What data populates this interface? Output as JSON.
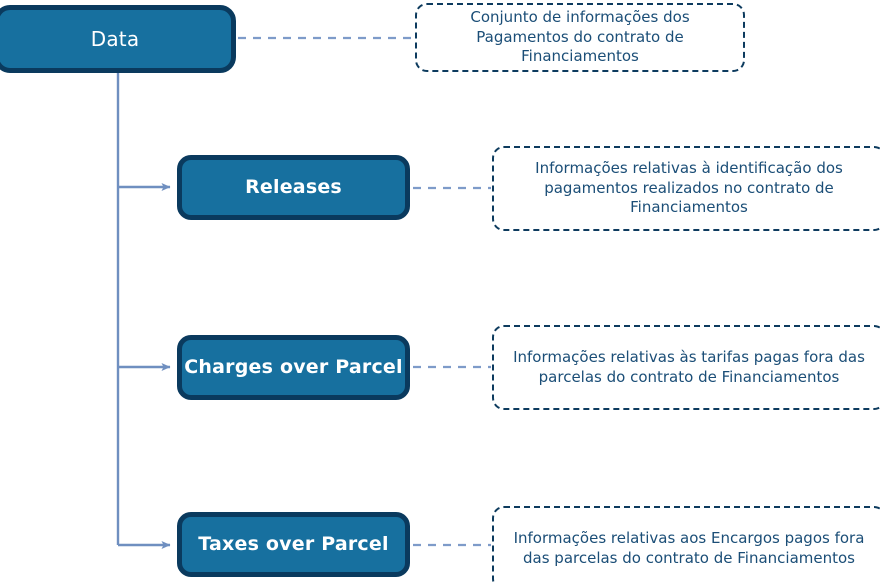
{
  "diagram": {
    "colors": {
      "node_fill": "#17709f",
      "node_border": "#0a3a5e",
      "note_border": "#0d3b5e",
      "note_text": "#1b4e77",
      "connector": "#6f8fc0",
      "leader": "#7e9bc9",
      "background": "#ffffff"
    },
    "root": {
      "label": "Data",
      "note": "Conjunto de informações dos Pagamentos do contrato de Financiamentos"
    },
    "children": [
      {
        "label": "Releases",
        "note": "Informações relativas à identificação dos pagamentos realizados no contrato de Financiamentos"
      },
      {
        "label": "Charges over Parcel",
        "note": "Informações relativas às tarifas pagas fora das parcelas do contrato de Financiamentos"
      },
      {
        "label": "Taxes over Parcel",
        "note": "Informações relativas aos Encargos pagos fora das parcelas do contrato de Financiamentos"
      }
    ]
  }
}
